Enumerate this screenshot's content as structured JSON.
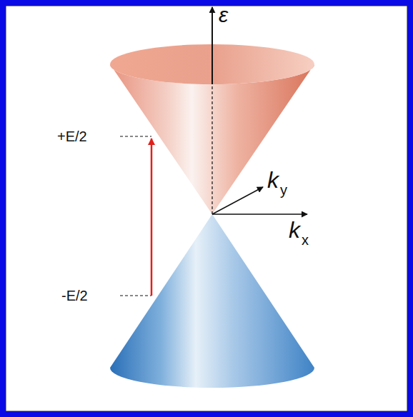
{
  "diagram": {
    "labels": [
      "ε",
      "k",
      "y",
      "k",
      "x",
      "+E/2",
      "-E/2"
    ]
  }
}
